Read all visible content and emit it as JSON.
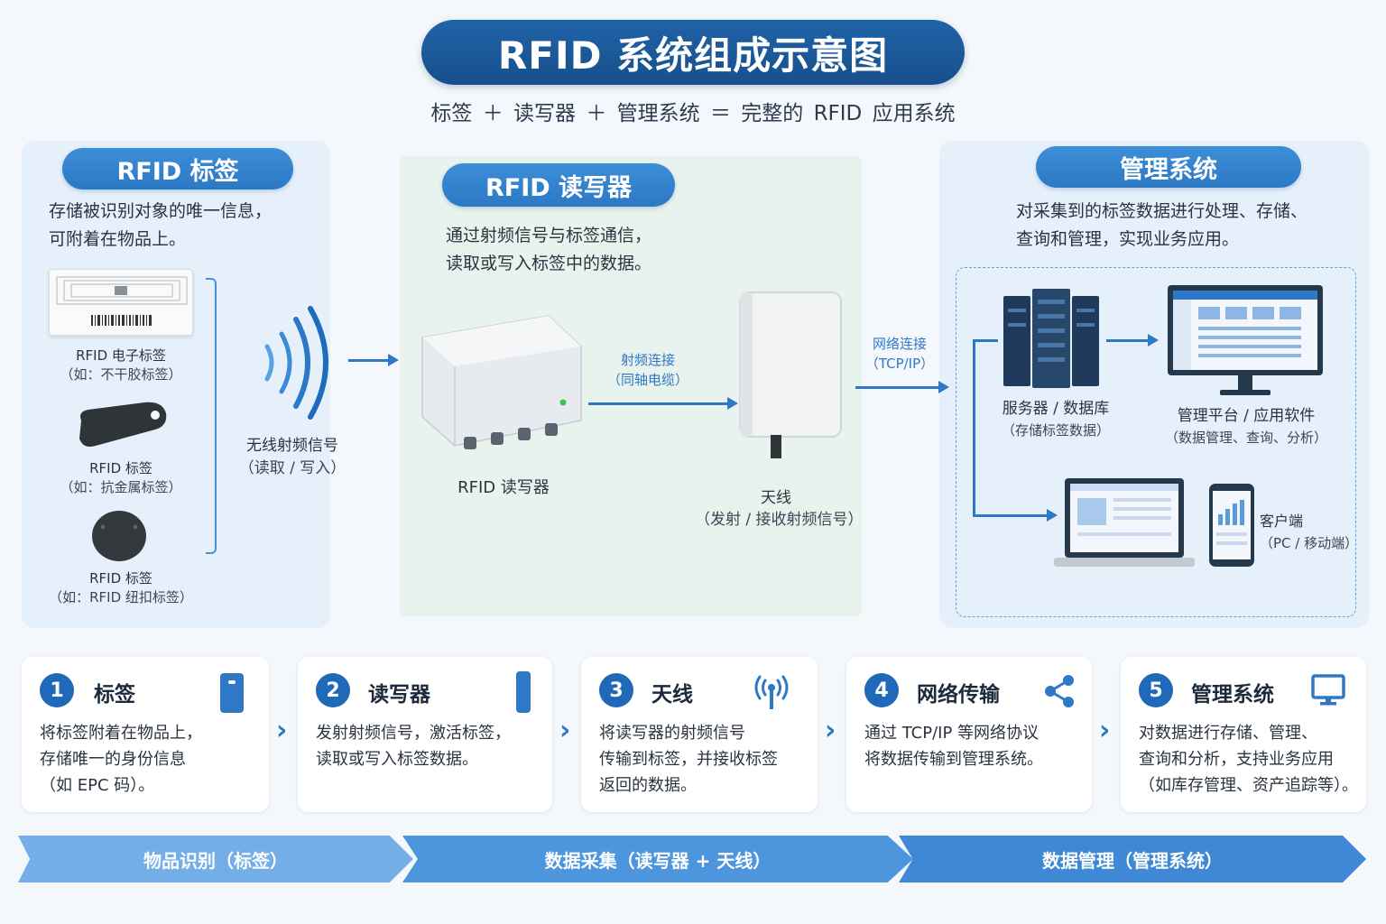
{
  "title": "RFID 系统组成示意图",
  "subtitle": "标签 ＋ 读写器 ＋ 管理系统 ＝ 完整的 RFID 应用系统",
  "sections": {
    "tags": {
      "heading": "RFID 标签",
      "desc_line1": "存储被识别对象的唯一信息，",
      "desc_line2": "可附着在物品上。",
      "items": [
        {
          "name": "RFID 电子标签",
          "example": "（如：不干胶标签）"
        },
        {
          "name": "RFID 标签",
          "example": "（如：抗金属标签）"
        },
        {
          "name": "RFID 标签",
          "example": "（如：RFID 纽扣标签）"
        }
      ],
      "signal_label": "无线射频信号",
      "signal_sub": "（读取 / 写入）"
    },
    "reader": {
      "heading": "RFID 读写器",
      "desc_line1": "通过射频信号与标签通信，",
      "desc_line2": "读取或写入标签中的数据。",
      "device_label": "RFID 读写器",
      "link_label": "射频连接",
      "link_sub": "（同轴电缆）",
      "antenna_label": "天线",
      "antenna_sub": "（发射 / 接收射频信号）"
    },
    "network": {
      "label": "网络连接",
      "sub": "（TCP/IP）"
    },
    "mgmt": {
      "heading": "管理系统",
      "desc_line1": "对采集到的标签数据进行处理、存储、",
      "desc_line2": "查询和管理，实现业务应用。",
      "server_label": "服务器 / 数据库",
      "server_sub": "（存储标签数据）",
      "platform_label": "管理平台 / 应用软件",
      "platform_sub": "（数据管理、查询、分析）",
      "client_label": "客户端",
      "client_sub": "（PC / 移动端）"
    }
  },
  "steps": [
    {
      "num": "1",
      "title": "标签",
      "icon": "tag-card-icon",
      "lines": [
        "将标签附着在物品上，",
        "存储唯一的身份信息",
        "（如 EPC 码）。"
      ]
    },
    {
      "num": "2",
      "title": "读写器",
      "icon": "reader-bar-icon",
      "lines": [
        "发射射频信号，激活标签，",
        "读取或写入标签数据。"
      ]
    },
    {
      "num": "3",
      "title": "天线",
      "icon": "antenna-signal-icon",
      "lines": [
        "将读写器的射频信号",
        "传输到标签，并接收标签",
        "返回的数据。"
      ]
    },
    {
      "num": "4",
      "title": "网络传输",
      "icon": "share-network-icon",
      "lines": [
        "通过 TCP/IP 等网络协议",
        "将数据传输到管理系统。"
      ]
    },
    {
      "num": "5",
      "title": "管理系统",
      "icon": "monitor-icon",
      "lines": [
        "对数据进行存储、管理、",
        "查询和分析，支持业务应用",
        "（如库存管理、资产追踪等）。"
      ]
    }
  ],
  "flow": [
    "物品识别（标签）",
    "数据采集（读写器 + 天线）",
    "数据管理（管理系统）"
  ],
  "colors": {
    "primary": "#1f63a8",
    "accent": "#2f78c8",
    "panel": "#e6f0fb",
    "reader_panel": "#e9f3ee"
  }
}
